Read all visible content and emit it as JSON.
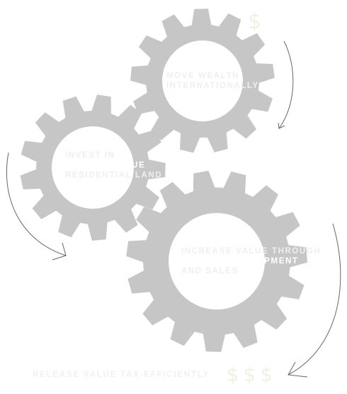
{
  "colors": {
    "gear": "#c6c6c6",
    "arrow": "#666666",
    "text_faint": "#efefef",
    "text_on_gear": "#ffffff",
    "dollar": "#f3efe3"
  },
  "gears": [
    {
      "id": "move-wealth",
      "lines": [
        "MOVE WEALTH",
        "INTERNATIONALLY"
      ]
    },
    {
      "id": "invest",
      "lines": [
        "INVEST IN",
        "HIGHEST VALUE",
        "RESIDENTIAL LAND"
      ]
    },
    {
      "id": "increase",
      "lines": [
        "INCREASE VALUE THROUGH",
        "EXPERT DEVELOPMENT",
        "AND SALES"
      ]
    }
  ],
  "release": {
    "text": "RELEASE VALUE TAX-EFFICIENTLY",
    "dollars": "$ $ $"
  },
  "top_dollar": "$",
  "icons": [
    "gear-icon",
    "curved-arrow-icon",
    "dollar-icon"
  ]
}
